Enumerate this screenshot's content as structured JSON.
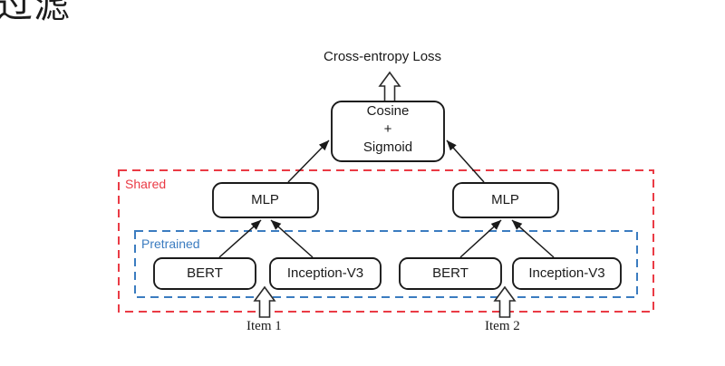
{
  "page": {
    "heading_cjk": "过滤",
    "background_color": "#ffffff"
  },
  "colors": {
    "shared_group": "#ea3b45",
    "pretrained_group": "#3b7cc0",
    "box_stroke": "#1a1a1a",
    "text": "#1a1a1a"
  },
  "diagram": {
    "type": "neural-network-architecture",
    "output": {
      "loss_label": "Cross-entropy Loss"
    },
    "fusion_box": {
      "line1": "Cosine",
      "line2": "+",
      "line3": "Sigmoid"
    },
    "groups": [
      {
        "id": "shared",
        "label": "Shared",
        "style": "dashed",
        "color": "#ea3b45"
      },
      {
        "id": "pretrained",
        "label": "Pretrained",
        "style": "dashed",
        "color": "#3b7cc0"
      }
    ],
    "branches": [
      {
        "id": "branch-1",
        "input_label": "Item 1",
        "mlp_label": "MLP",
        "encoders": [
          {
            "id": "bert-1",
            "label": "BERT"
          },
          {
            "id": "inception-1",
            "label": "Inception-V3"
          }
        ]
      },
      {
        "id": "branch-2",
        "input_label": "Item 2",
        "mlp_label": "MLP",
        "encoders": [
          {
            "id": "bert-2",
            "label": "BERT"
          },
          {
            "id": "inception-2",
            "label": "Inception-V3"
          }
        ]
      }
    ]
  }
}
